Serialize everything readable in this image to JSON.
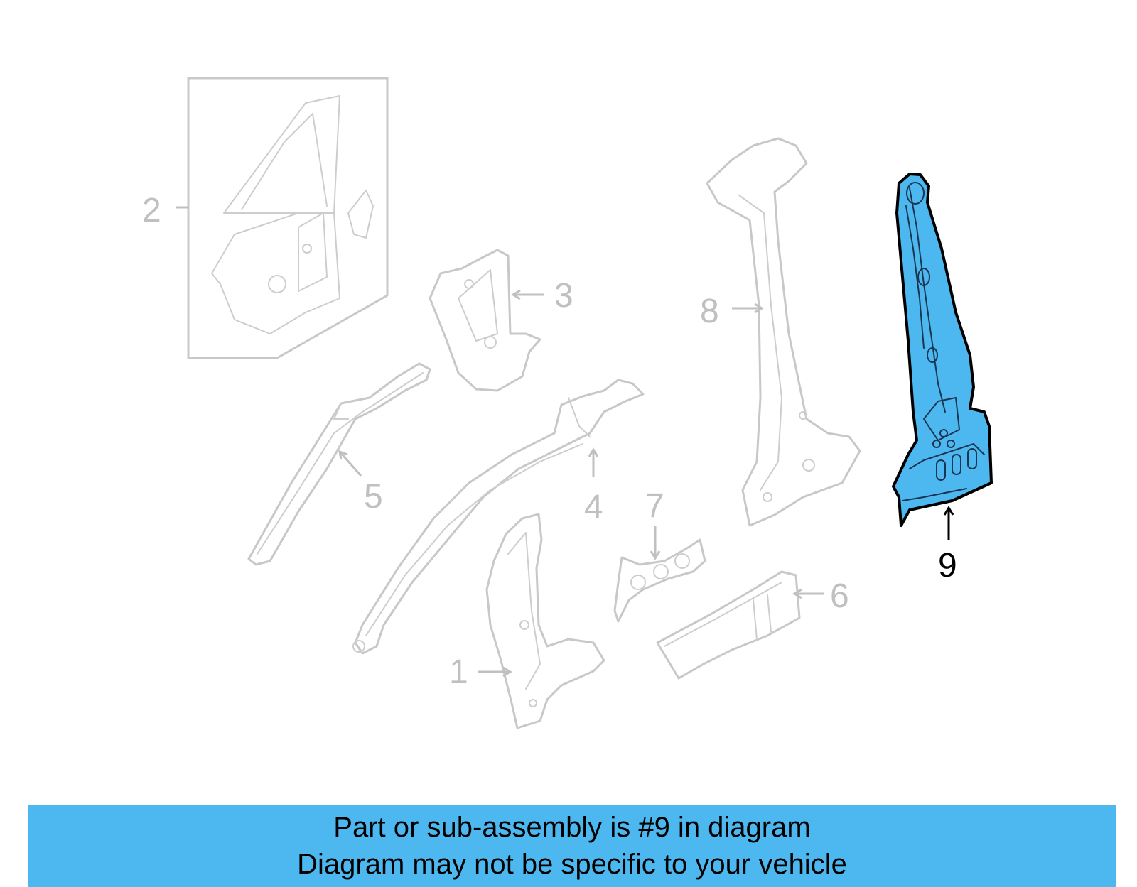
{
  "diagram": {
    "callouts": {
      "c1": "1",
      "c2": "2",
      "c3": "3",
      "c4": "4",
      "c5": "5",
      "c6": "6",
      "c7": "7",
      "c8": "8",
      "c9": "9"
    },
    "highlighted_part": "9",
    "colors": {
      "highlight": "#4db8f0",
      "ghost_parts": "#c8c8c8",
      "banner": "#4db8f0"
    }
  },
  "banner": {
    "line1": "Part or sub-assembly is #9 in diagram",
    "line2": "Diagram may not be specific to your vehicle"
  }
}
